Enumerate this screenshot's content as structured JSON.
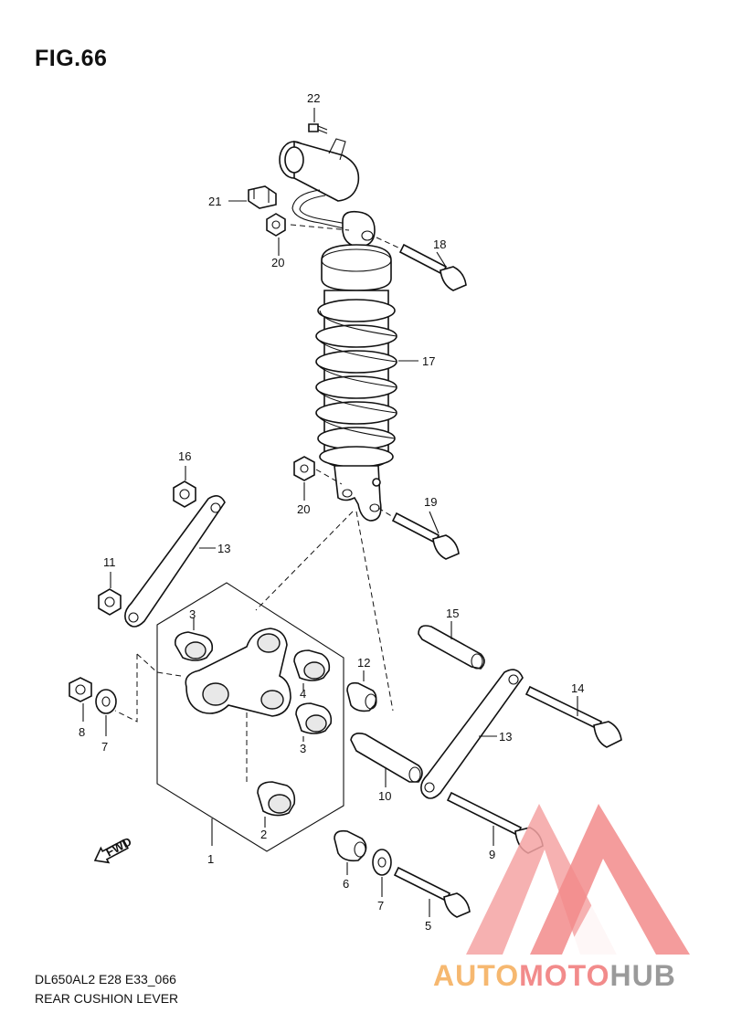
{
  "figure": {
    "title": "FIG.66",
    "code": "DL650AL2 E28 E33_066",
    "name": "REAR CUSHION LEVER"
  },
  "callouts": [
    {
      "id": "22",
      "label": "22"
    },
    {
      "id": "21",
      "label": "21"
    },
    {
      "id": "20a",
      "label": "20"
    },
    {
      "id": "18",
      "label": "18"
    },
    {
      "id": "17",
      "label": "17"
    },
    {
      "id": "16",
      "label": "16"
    },
    {
      "id": "20b",
      "label": "20"
    },
    {
      "id": "19",
      "label": "19"
    },
    {
      "id": "13a",
      "label": "13"
    },
    {
      "id": "11",
      "label": "11"
    },
    {
      "id": "15",
      "label": "15"
    },
    {
      "id": "3a",
      "label": "3"
    },
    {
      "id": "4",
      "label": "4"
    },
    {
      "id": "12",
      "label": "12"
    },
    {
      "id": "14",
      "label": "14"
    },
    {
      "id": "8",
      "label": "8"
    },
    {
      "id": "7a",
      "label": "7"
    },
    {
      "id": "3b",
      "label": "3"
    },
    {
      "id": "13b",
      "label": "13"
    },
    {
      "id": "10",
      "label": "10"
    },
    {
      "id": "2",
      "label": "2"
    },
    {
      "id": "9",
      "label": "9"
    },
    {
      "id": "1",
      "label": "1"
    },
    {
      "id": "6",
      "label": "6"
    },
    {
      "id": "7b",
      "label": "7"
    },
    {
      "id": "5",
      "label": "5"
    }
  ],
  "fwd_label": "FWD",
  "watermark": {
    "part1": "AUTO",
    "part2": "MOTO",
    "part3": "HUB",
    "color1": "#f6b870",
    "color2": "#f28b8b",
    "color3": "#9a9a9a"
  }
}
